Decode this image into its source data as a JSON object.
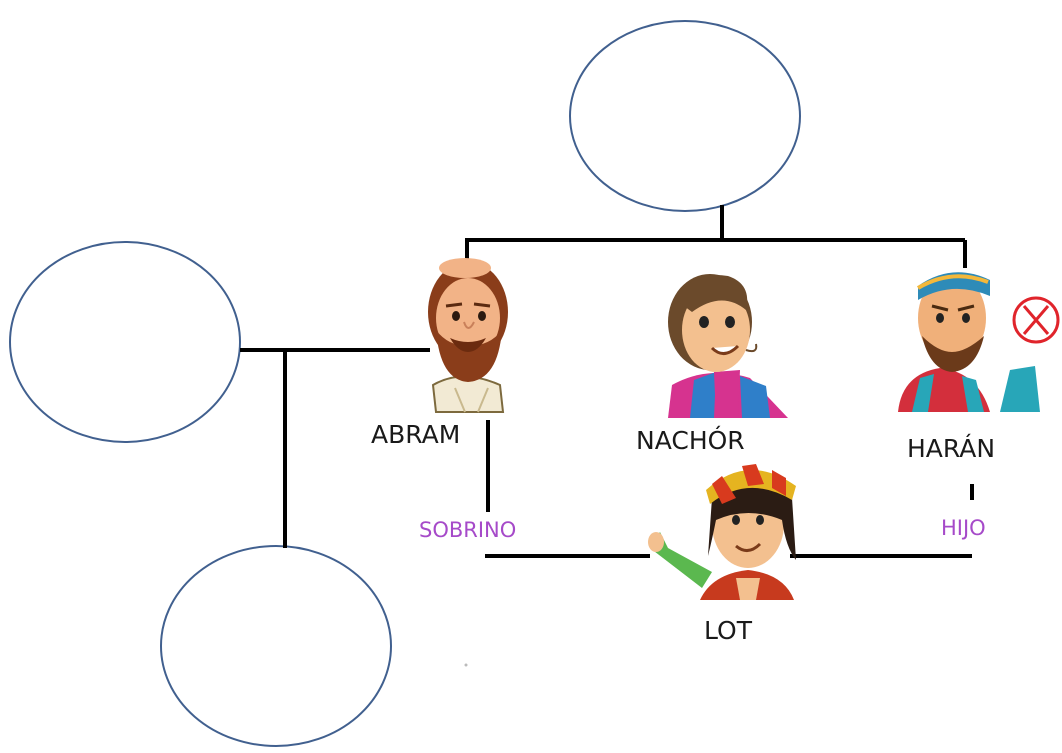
{
  "people": {
    "abram": "ABRAM",
    "nachor": "NACHÓR",
    "haran": "HARÁN",
    "lot": "LOT"
  },
  "relations": {
    "sobrino": "SOBRINO",
    "hijo": "HIJO"
  },
  "colors": {
    "node_outline": "#41608f",
    "line": "#000000",
    "relation_text": "#a64ac9",
    "deceased_mark": "#e0242b"
  },
  "icons": {
    "abram": "bearded-man-cartoon",
    "nachor": "smiling-man-cartoon",
    "haran": "headband-man-cartoon",
    "lot": "young-man-turban-cartoon",
    "deceased": "circled-x-icon"
  }
}
